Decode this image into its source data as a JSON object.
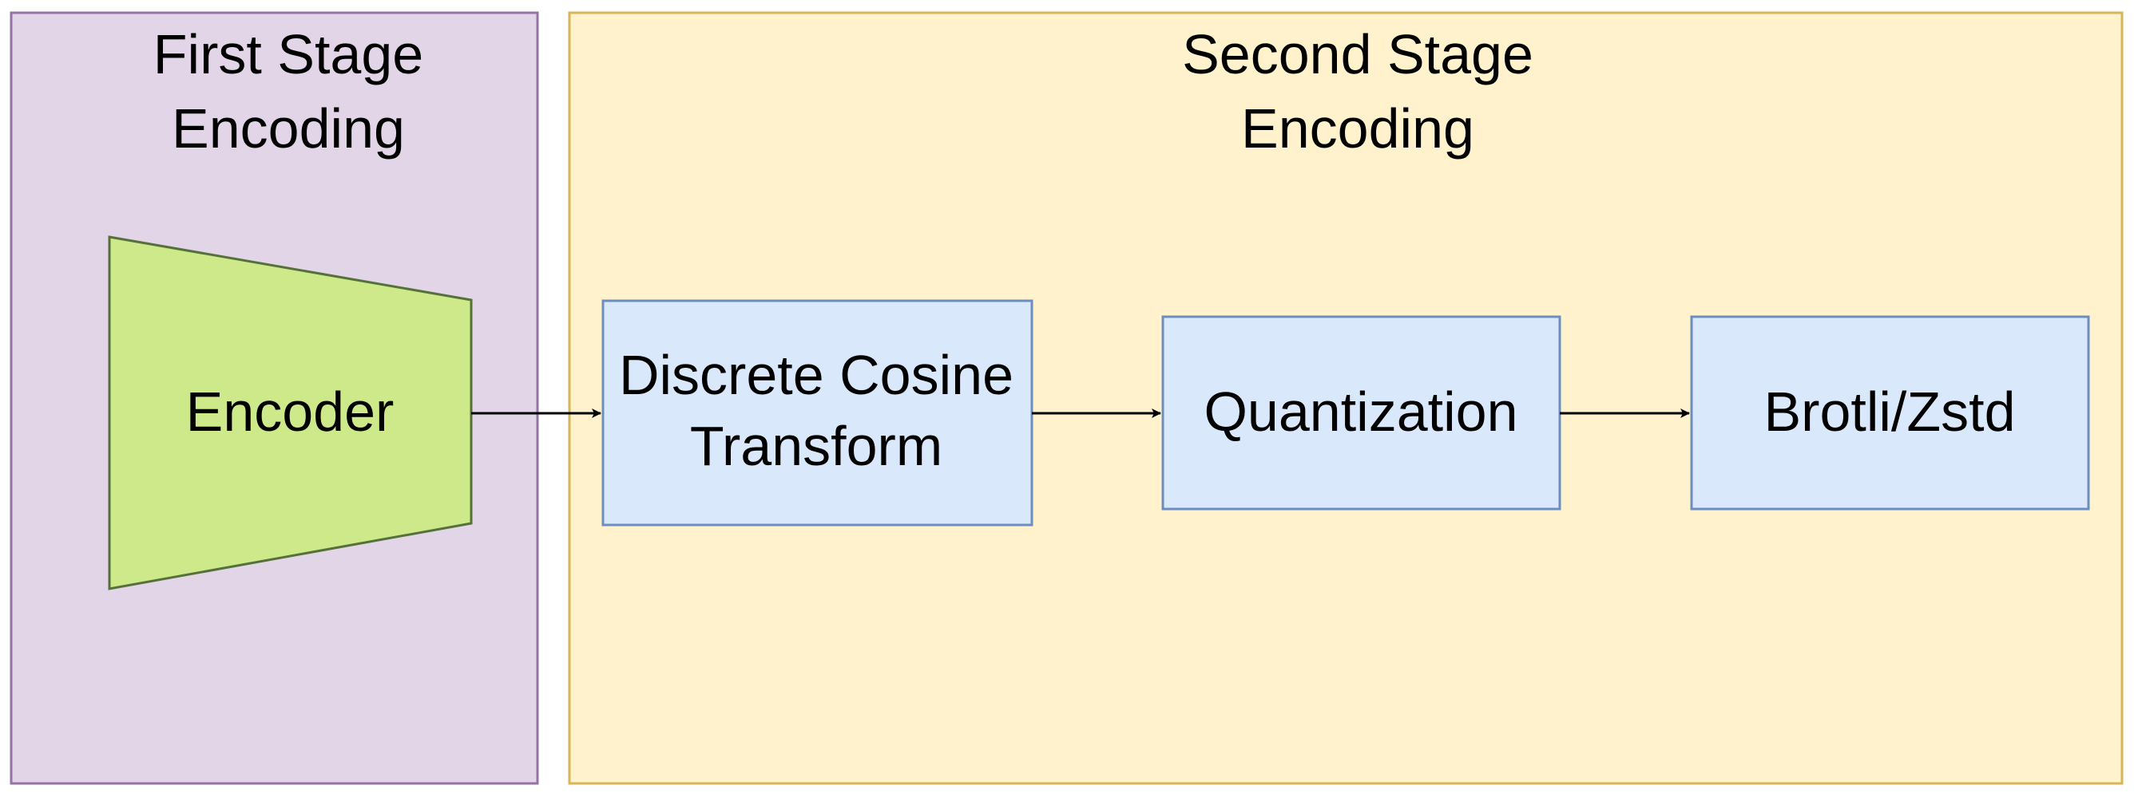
{
  "panels": {
    "first": {
      "title_line1": "First Stage",
      "title_line2": "Encoding",
      "fill": "#e1d5e7",
      "stroke": "#9673a6"
    },
    "second": {
      "title_line1": "Second Stage",
      "title_line2": "Encoding",
      "fill": "#fff2cc",
      "stroke": "#d6b656"
    }
  },
  "nodes": {
    "encoder": {
      "label": "Encoder",
      "shape": "trapezoid",
      "fill": "#cde98a",
      "stroke": "#56703a"
    },
    "dct": {
      "label_line1": "Discrete Cosine",
      "label_line2": "Transform",
      "fill": "#dae8fc",
      "stroke": "#6c8ebf"
    },
    "quantization": {
      "label": "Quantization",
      "fill": "#dae8fc",
      "stroke": "#6c8ebf"
    },
    "compression": {
      "label": "Brotli/Zstd",
      "fill": "#dae8fc",
      "stroke": "#6c8ebf"
    }
  },
  "edges": [
    {
      "from": "encoder",
      "to": "dct"
    },
    {
      "from": "dct",
      "to": "quantization"
    },
    {
      "from": "quantization",
      "to": "compression"
    }
  ],
  "arrow_color": "#000000"
}
